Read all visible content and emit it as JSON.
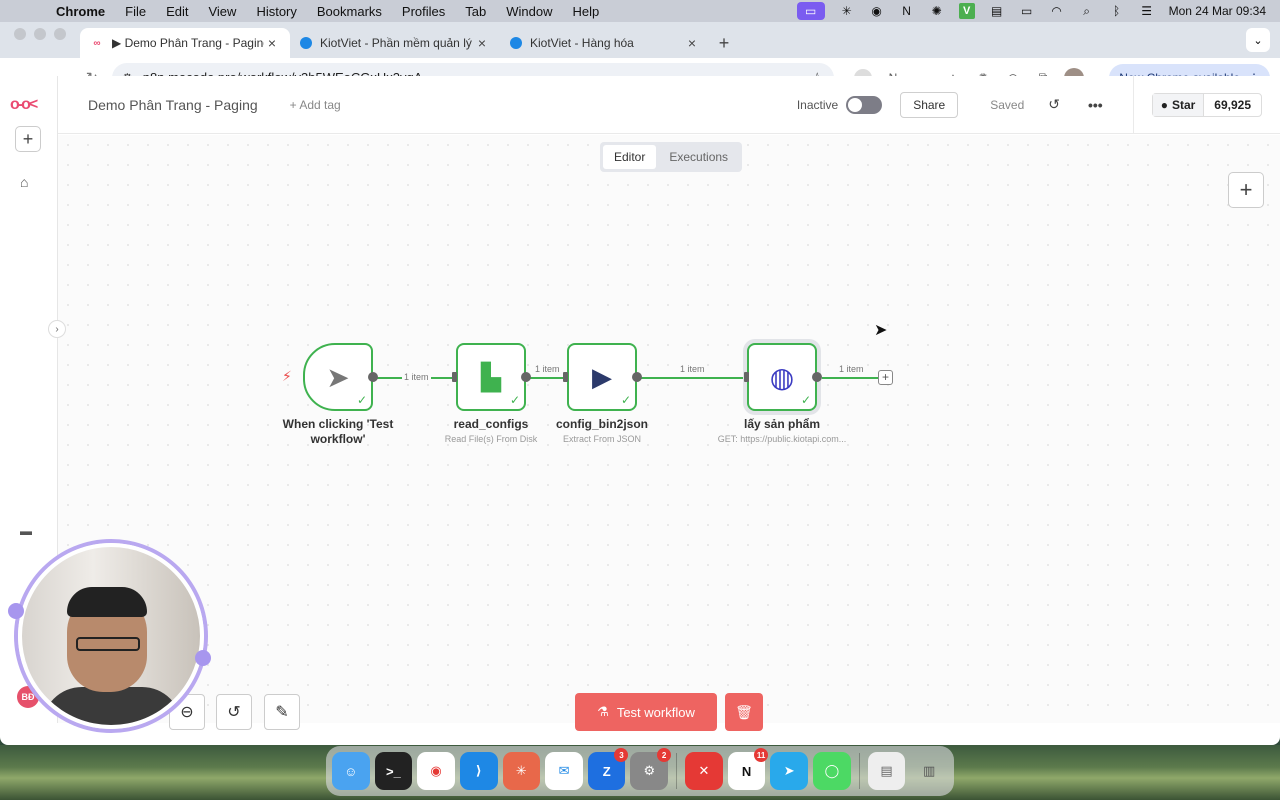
{
  "menubar": {
    "app": "Chrome",
    "items": [
      "File",
      "Edit",
      "View",
      "History",
      "Bookmarks",
      "Profiles",
      "Tab",
      "Window",
      "Help"
    ],
    "clock": "Mon 24 Mar  09:34"
  },
  "tabs": [
    {
      "title": "▶ Demo Phân Trang - Paging",
      "active": true
    },
    {
      "title": "KiotViet - Phần mềm quản lý",
      "active": false
    },
    {
      "title": "KiotViet - Hàng hóa",
      "active": false
    }
  ],
  "omnibox": {
    "url": "n8n.mecode.pro/workflow/y3b5WEoCGxHx2ygA"
  },
  "chrome_update": "New Chrome available",
  "header": {
    "workflow_name": "Demo Phân Trang - Paging",
    "add_tag": "+ Add tag",
    "status_label": "Inactive",
    "share_label": "Share",
    "saved_label": "Saved",
    "github_star": "Star",
    "github_count": "69,925"
  },
  "mode_tabs": [
    "Editor",
    "Executions"
  ],
  "nodes": [
    {
      "label": "When clicking 'Test workflow'",
      "subtitle": ""
    },
    {
      "label": "read_configs",
      "subtitle": "Read File(s) From Disk"
    },
    {
      "label": "config_bin2json",
      "subtitle": "Extract From JSON"
    },
    {
      "label": "lấy sản phẩm",
      "subtitle": "GET: https://public.kiotapi.com..."
    }
  ],
  "connections": [
    "1 item",
    "1 item",
    "1 item",
    "1 item"
  ],
  "bottom": {
    "test_button": "Test workflow"
  },
  "user_initials": "BĐ",
  "dock": {
    "badges": {
      "zalo": "3",
      "settings": "2",
      "notion": "11"
    }
  }
}
